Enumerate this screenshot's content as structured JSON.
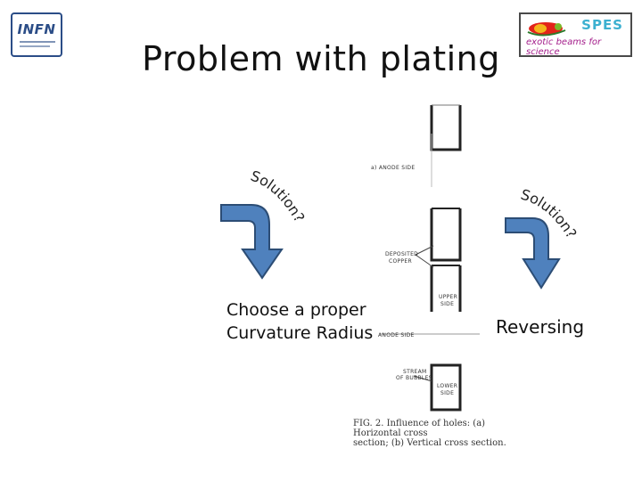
{
  "slide": {
    "title": "Problem with plating"
  },
  "logos": {
    "left": {
      "text": "INFN"
    },
    "right": {
      "text": "SPES",
      "tagline": "exotic beams for science"
    }
  },
  "left_block": {
    "question": "Solution?",
    "answer_line1": "Choose a proper",
    "answer_line2": "Curvature Radius"
  },
  "right_block": {
    "question": "Solution?",
    "answer": "Reversing"
  },
  "figure": {
    "label_anode_top": "a) ANODE SIDE",
    "label_deposited": "DEPOSITED",
    "label_copper": "COPPER",
    "label_upper1": "UPPER",
    "label_upper2": "SIDE",
    "label_anode_side": "ANODE SIDE",
    "label_stream1": "STREAM",
    "label_stream2": "OF BUBBLES",
    "label_lower1": "LOWER",
    "label_lower2": "SIDE",
    "caption_line1": "FIG. 2. Influence of holes: (a) Horizontal cross",
    "caption_line2": "section; (b) Vertical cross section."
  },
  "colors": {
    "arrow_fill": "#4f81bd",
    "arrow_stroke": "#2c4d75",
    "logo_blue": "#2b4d87"
  }
}
